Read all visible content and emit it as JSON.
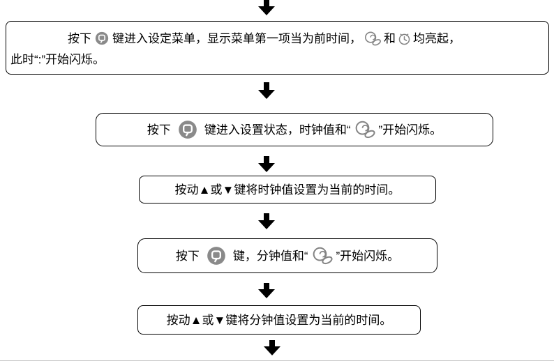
{
  "diagram": {
    "type": "flowchart",
    "topic": "clock time setting procedure",
    "steps": {
      "step1": {
        "seg1": "按下",
        "seg2": "键进入设定菜单，显示菜单第一项当为前时间，",
        "seg3": "和",
        "seg4": "均亮起，",
        "line2": "此时“:”开始闪烁。"
      },
      "step2": {
        "seg1": "按下",
        "seg2": "键进入设置状态，时钟值和“",
        "seg3": "”开始闪烁。"
      },
      "step3": {
        "text": "按动▲或▼键将时钟值设置为当前的时间。"
      },
      "step4": {
        "seg1": "按下",
        "seg2": "键，分钟值和“",
        "seg3": "”开始闪烁。"
      },
      "step5": {
        "text": "按动▲或▼键将分钟值设置为当前的时间。"
      }
    },
    "icons": {
      "menu_button": "menu-button-icon",
      "alarm_roll": "alarm-roll-icon",
      "clock": "clock-icon",
      "arrow": "flow-arrow-down"
    },
    "colors": {
      "background": "#ffffff",
      "box_border": "#000000",
      "arrow": "#000000",
      "button_fill": "#8a8a8a",
      "button_glyph": "#ffffff",
      "outline_icon_stroke": "#848484"
    }
  }
}
